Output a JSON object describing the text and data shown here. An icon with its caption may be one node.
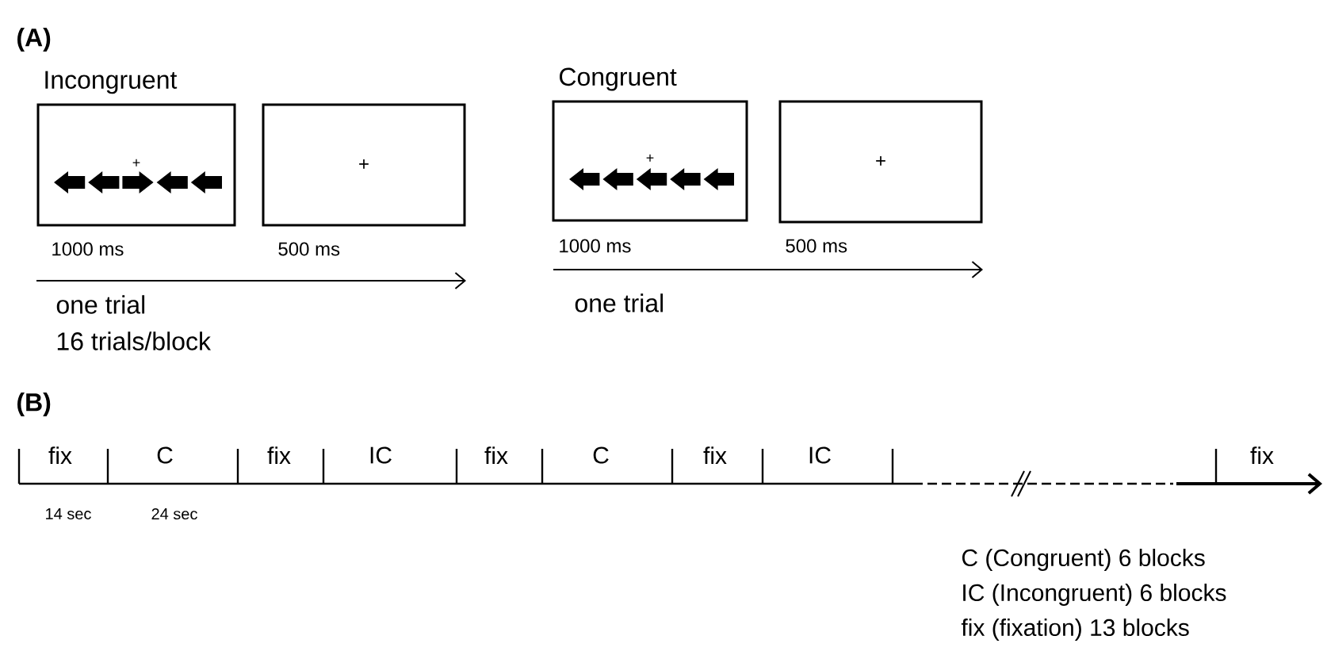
{
  "diagram": {
    "nodes": [
      {
        "text": [
          "Incongruent"
        ],
        "beside": [
          "1000 ms"
        ]
      },
      {
        "text": [
          "+"
        ],
        "beside": [
          "500 ms"
        ]
      },
      {
        "text": [
          "Congruent"
        ],
        "beside": [
          "1000 ms"
        ]
      },
      {
        "text": [
          "+"
        ],
        "beside": [
          "500 ms"
        ]
      }
    ],
    "edges": [],
    "labels": [
      "(A)",
      "+",
      "one trial",
      "16 trials/block",
      "+",
      "one trial",
      "(B)",
      "fix",
      "C",
      "fix",
      "IC",
      "fix",
      "C",
      "fix",
      "IC",
      "fix",
      "14 sec",
      "24 sec",
      "C (Congruent) 6 blocks",
      "IC (Incongruent) 6 blocks",
      "fix (fixation) 13 blocks"
    ]
  }
}
